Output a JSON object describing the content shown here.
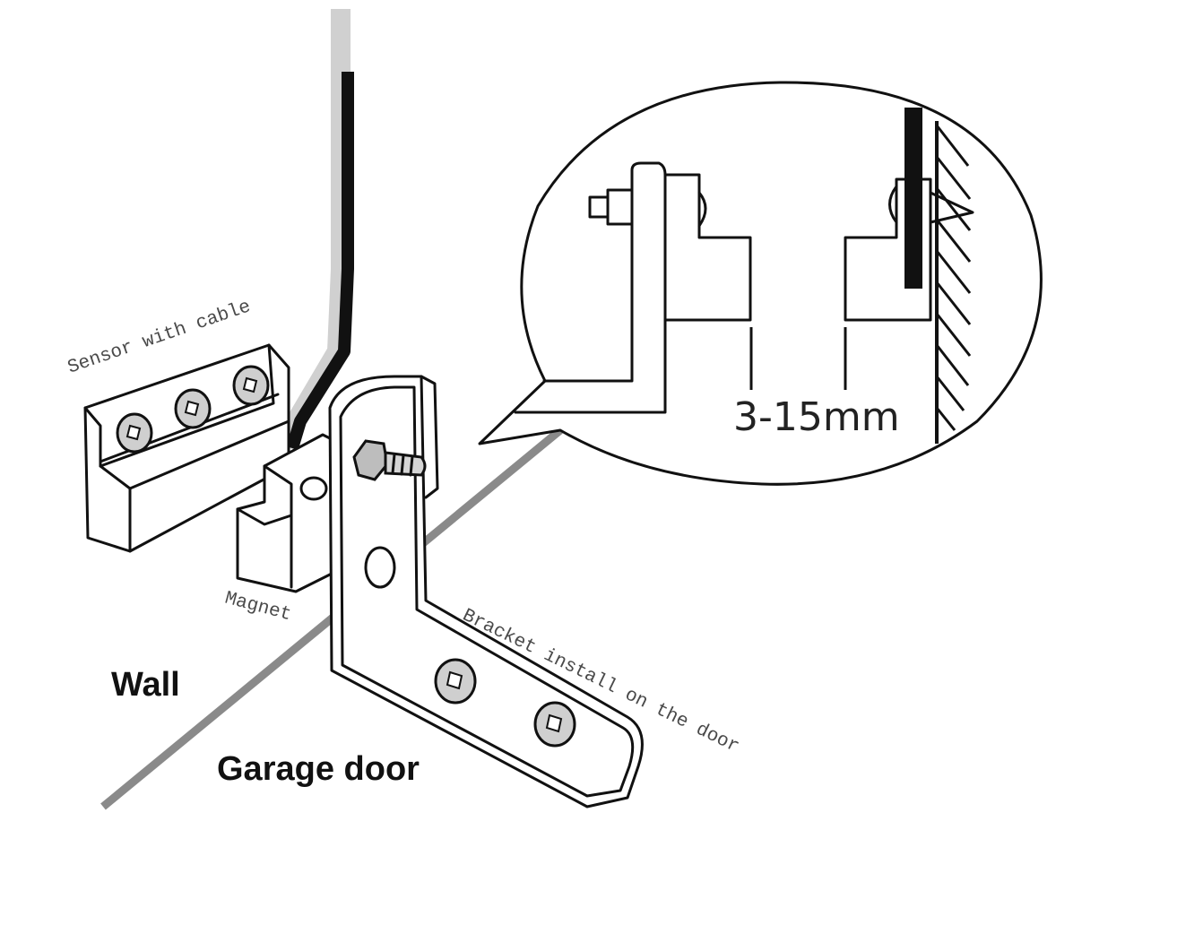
{
  "labels": {
    "sensor": "Sensor with cable",
    "magnet": "Magnet",
    "bracket": "Bracket install on the door",
    "wall": "Wall",
    "garage_door": "Garage door",
    "gap": "3-15mm"
  },
  "colors": {
    "line": "#111111",
    "floor_edge": "#8a8a8a",
    "label_mono": "#4a4a4a"
  }
}
